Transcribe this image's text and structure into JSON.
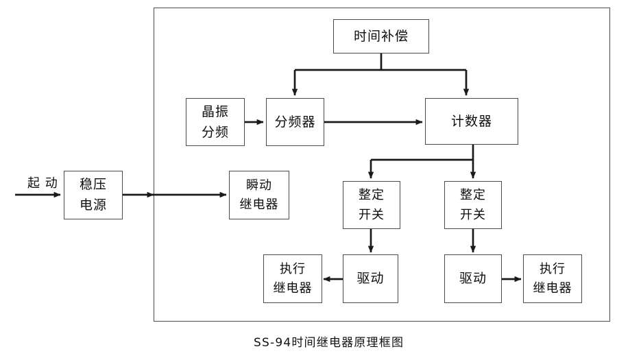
{
  "diagram": {
    "caption": "SS-94时间继电器原理框图",
    "frame": {
      "name": "enclosure-frame"
    },
    "colors": {
      "line": "#1a1a1a",
      "box_border": "#4a4a4a",
      "text": "#0d0d0d",
      "background": "#ffffff"
    },
    "free_labels": [
      {
        "id": "start",
        "lines": [
          "起",
          "动"
        ]
      }
    ],
    "blocks": [
      {
        "id": "time-compensation",
        "lines": [
          "时间补偿"
        ]
      },
      {
        "id": "crystal-divider",
        "lines": [
          "晶振",
          "分频"
        ]
      },
      {
        "id": "frequency-divider",
        "lines": [
          "分频器"
        ]
      },
      {
        "id": "counter",
        "lines": [
          "计数器"
        ]
      },
      {
        "id": "regulated-power",
        "lines": [
          "稳压",
          "电源"
        ]
      },
      {
        "id": "instant-relay",
        "lines": [
          "瞬动",
          "继电器"
        ]
      },
      {
        "id": "setting-switch-left",
        "lines": [
          "整定",
          "开关"
        ]
      },
      {
        "id": "setting-switch-right",
        "lines": [
          "整定",
          "开关"
        ]
      },
      {
        "id": "driver-left",
        "lines": [
          "驱动"
        ]
      },
      {
        "id": "driver-right",
        "lines": [
          "驱动"
        ]
      },
      {
        "id": "exec-relay-left",
        "lines": [
          "执行",
          "继电器"
        ]
      },
      {
        "id": "exec-relay-right",
        "lines": [
          "执行",
          "继电器"
        ]
      }
    ],
    "connections": [
      {
        "from": "start",
        "to": "regulated-power"
      },
      {
        "from": "regulated-power",
        "to": "instant-relay"
      },
      {
        "from": "crystal-divider",
        "to": "frequency-divider"
      },
      {
        "from": "frequency-divider",
        "to": "counter"
      },
      {
        "from": "time-compensation",
        "to": "frequency-divider"
      },
      {
        "from": "time-compensation",
        "to": "counter"
      },
      {
        "from": "counter",
        "to": "setting-switch-left"
      },
      {
        "from": "counter",
        "to": "setting-switch-right"
      },
      {
        "from": "setting-switch-left",
        "to": "driver-left"
      },
      {
        "from": "setting-switch-right",
        "to": "driver-right"
      },
      {
        "from": "driver-left",
        "to": "exec-relay-left"
      },
      {
        "from": "driver-right",
        "to": "exec-relay-right"
      }
    ]
  }
}
